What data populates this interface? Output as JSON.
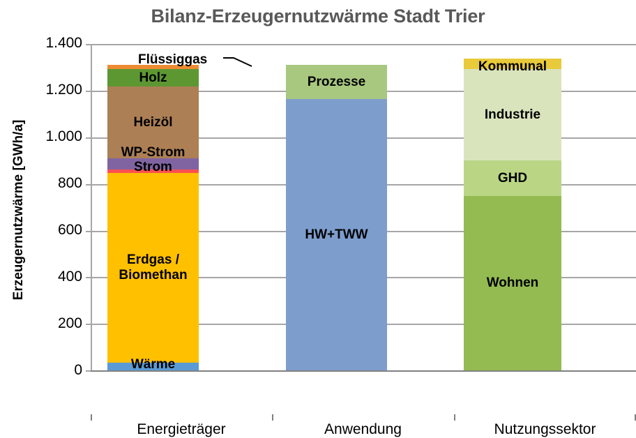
{
  "chart_data": {
    "type": "bar",
    "stacked": true,
    "title": "Bilanz-Erzeugernutzwärme Stadt Trier",
    "xlabel": "",
    "ylabel": "Erzeugernutzwärme [GWh/a]",
    "ylim": [
      0,
      1400
    ],
    "ytick_labels": [
      "1.400",
      "1.200",
      "1.000",
      "800",
      "600",
      "400",
      "200",
      "0"
    ],
    "ytick_values": [
      1400,
      1200,
      1000,
      800,
      600,
      400,
      200,
      0
    ],
    "ytick_step": 200,
    "grid": true,
    "legend": "none (segments labelled in place)",
    "categories": [
      "Energieträger",
      "Anwendung",
      "Nutzungssektor"
    ],
    "series": [
      {
        "category": "Energieträger",
        "total": 1310,
        "segments": [
          {
            "name": "Wärme",
            "value": 33,
            "color": "#5b9bd5",
            "label_visible": true
          },
          {
            "name": "Erdgas / Biomethan",
            "value": 815,
            "color": "#ffc000",
            "label_visible": true,
            "label_line1": "Erdgas /",
            "label_line2": "Biomethan"
          },
          {
            "name": "Strom",
            "value": 15,
            "color": "#ff5050",
            "label_visible": true
          },
          {
            "name": "WP-Strom",
            "value": 48,
            "color": "#8064a2",
            "label_visible": true
          },
          {
            "name": "Heizöl",
            "value": 308,
            "color": "#ac7f55",
            "label_visible": true
          },
          {
            "name": "Holz",
            "value": 75,
            "color": "#5d9732",
            "label_visible": true
          },
          {
            "name": "Flüssiggas",
            "value": 18,
            "color": "#ed8b33",
            "label_visible": true,
            "callout": true
          }
        ]
      },
      {
        "category": "Anwendung",
        "total": 1310,
        "segments": [
          {
            "name": "HW+TWW",
            "value": 1163,
            "color": "#7d9dcd",
            "label_visible": true
          },
          {
            "name": "Prozesse",
            "value": 147,
            "color": "#a8c77f",
            "label_visible": true
          }
        ]
      },
      {
        "category": "Nutzungssektor",
        "total": 1310,
        "segments": [
          {
            "name": "Wohnen",
            "value": 748,
            "color": "#93bb52",
            "label_visible": true
          },
          {
            "name": "GHD",
            "value": 153,
            "color": "#bad684",
            "label_visible": true
          },
          {
            "name": "Industrie",
            "value": 392,
            "color": "#d9e4bd",
            "label_visible": true
          },
          {
            "name": "Kommunal",
            "value": 45,
            "color": "#e8ca3a",
            "label_visible": true
          }
        ]
      }
    ]
  },
  "axis": {
    "y_title": "Erzeugernutzwärme [GWh/a]",
    "tick_1400": "1.400",
    "tick_1200": "1.200",
    "tick_1000": "1.000",
    "tick_800": "800",
    "tick_600": "600",
    "tick_400": "400",
    "tick_200": "200",
    "tick_0": "0",
    "x_cat_1": "Energieträger",
    "x_cat_2": "Anwendung",
    "x_cat_3": "Nutzungssektor"
  },
  "labels": {
    "fluessiggas": "Flüssiggas",
    "holz": "Holz",
    "heizoel": "Heizöl",
    "wp_strom": "WP-Strom",
    "strom": "Strom",
    "erdgas_l1": "Erdgas /",
    "erdgas_l2": "Biomethan",
    "waerme": "Wärme",
    "prozesse": "Prozesse",
    "hw_tww": "HW+TWW",
    "kommunal": "Kommunal",
    "industrie": "Industrie",
    "ghd": "GHD",
    "wohnen": "Wohnen"
  },
  "colors": {
    "title": "#595959",
    "grid": "#a6a6a6",
    "axis": "#808080",
    "plot_background": "#ffffff",
    "waerme": "#5b9bd5",
    "erdgas": "#ffc000",
    "strom": "#ff5050",
    "wp_strom": "#8064a2",
    "heizoel": "#ac7f55",
    "holz": "#5d9732",
    "fluessiggas": "#ed8b33",
    "hw_tww": "#7d9dcd",
    "prozesse": "#a8c77f",
    "wohnen": "#93bb52",
    "ghd": "#bad684",
    "industrie": "#d9e4bd",
    "kommunal": "#e8ca3a"
  }
}
